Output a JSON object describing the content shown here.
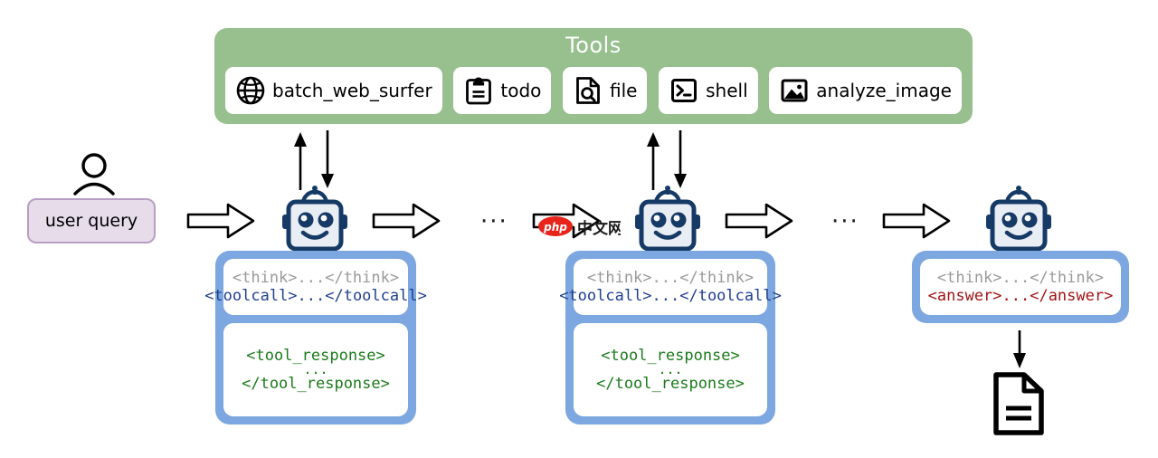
{
  "diagram": {
    "title": "Agent tool-calling loop",
    "colors": {
      "tools_panel_green": "#97c08e",
      "agent_block_blue": "#7da7e0",
      "user_query_fill": "#e6dcea",
      "user_query_border": "#b99ec4",
      "robot_navy": "#163a66",
      "think_gray": "#9a9a9a",
      "toolcall_blue": "#1f3f8f",
      "tool_response_green": "#1a7a1a",
      "answer_red": "#a01414",
      "watermark_red": "#e8241a"
    }
  },
  "tools": {
    "title": "Tools",
    "items": [
      {
        "label": "batch_web_surfer",
        "icon": "globe-icon"
      },
      {
        "label": "todo",
        "icon": "clipboard-icon"
      },
      {
        "label": "file",
        "icon": "file-search-icon"
      },
      {
        "label": "shell",
        "icon": "terminal-icon"
      },
      {
        "label": "analyze_image",
        "icon": "image-icon"
      }
    ]
  },
  "user": {
    "icon": "person-icon",
    "query_label": "user query"
  },
  "flow": {
    "arrow_icon": "block-arrow-right-icon",
    "ellipsis": "···",
    "up_arrow_icon": "arrow-up-icon",
    "down_arrow_icon": "arrow-down-icon",
    "output_arrow_icon": "arrow-down-icon",
    "output_doc_icon": "document-icon"
  },
  "agents": [
    {
      "name": "agent-step-1",
      "robot_icon": "robot-icon",
      "has_tool_arrows": true,
      "generation": {
        "think": "<think>...</think>",
        "action": "<toolcall>...</toolcall>",
        "action_kind": "toolcall"
      },
      "tool_response": {
        "open": "<tool_response>",
        "dots": "...",
        "close": "</tool_response>"
      }
    },
    {
      "name": "agent-step-2",
      "robot_icon": "robot-icon",
      "has_tool_arrows": true,
      "generation": {
        "think": "<think>...</think>",
        "action": "<toolcall>...</toolcall>",
        "action_kind": "toolcall"
      },
      "tool_response": {
        "open": "<tool_response>",
        "dots": "...",
        "close": "</tool_response>"
      }
    },
    {
      "name": "agent-step-final",
      "robot_icon": "robot-icon",
      "has_tool_arrows": false,
      "generation": {
        "think": "<think>...</think>",
        "action": "<answer>...</answer>",
        "action_kind": "answer"
      },
      "tool_response": null
    }
  ],
  "watermark": {
    "badge": "php",
    "text": "中文网"
  }
}
